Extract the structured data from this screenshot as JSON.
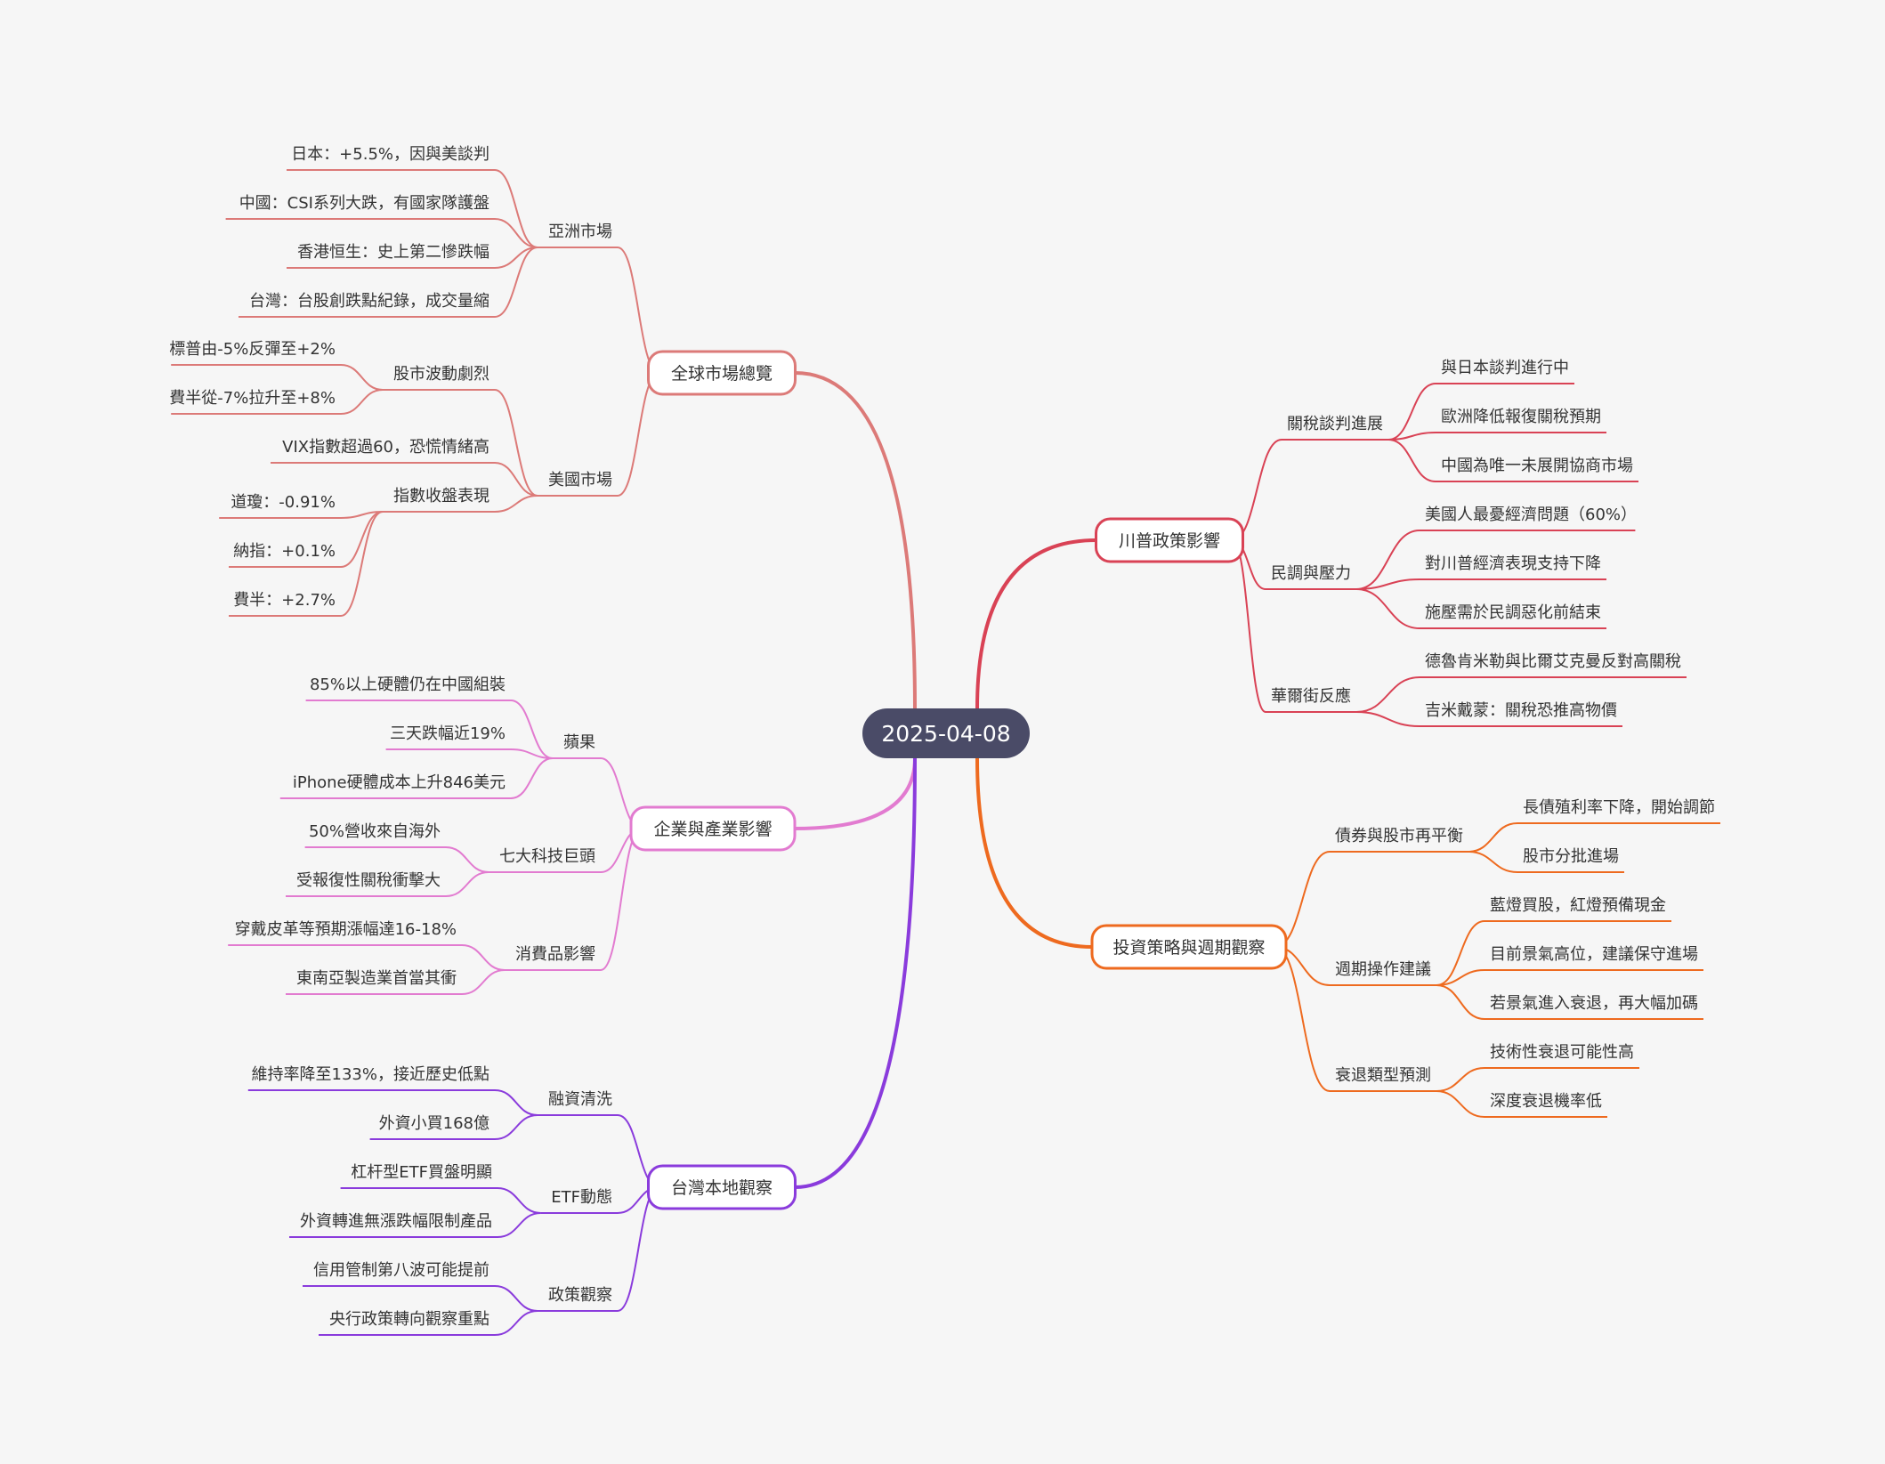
{
  "root": {
    "label": "2025-04-08",
    "color": "#4a4b67"
  },
  "branches": [
    {
      "label": "全球市場總覽",
      "color": "#dc7a78",
      "children": [
        {
          "label": "亞洲市場",
          "children": [
            {
              "label": "日本：+5.5%，因與美談判"
            },
            {
              "label": "中國：CSI系列大跌，有國家隊護盤"
            },
            {
              "label": "香港恒生：史上第二慘跌幅"
            },
            {
              "label": "台灣：台股創跌點紀錄，成交量縮"
            }
          ]
        },
        {
          "label": "美國市場",
          "children": [
            {
              "label": "股市波動劇烈",
              "children": [
                {
                  "label": "標普由-5%反彈至+2%"
                },
                {
                  "label": "費半從-7%拉升至+8%"
                }
              ]
            },
            {
              "label": "VIX指數超過60，恐慌情緒高"
            },
            {
              "label": "指數收盤表現",
              "children": [
                {
                  "label": "道瓊：-0.91%"
                },
                {
                  "label": "納指：+0.1%"
                },
                {
                  "label": "費半：+2.7%"
                }
              ]
            }
          ]
        }
      ]
    },
    {
      "label": "企業與產業影響",
      "color": "#e27bd0",
      "children": [
        {
          "label": "蘋果",
          "children": [
            {
              "label": "85%以上硬體仍在中國組裝"
            },
            {
              "label": "三天跌幅近19%"
            },
            {
              "label": "iPhone硬體成本上升846美元"
            }
          ]
        },
        {
          "label": "七大科技巨頭",
          "children": [
            {
              "label": "50%營收來自海外"
            },
            {
              "label": "受報復性關稅衝擊大"
            }
          ]
        },
        {
          "label": "消費品影響",
          "children": [
            {
              "label": "穿戴皮革等預期漲幅達16-18%"
            },
            {
              "label": "東南亞製造業首當其衝"
            }
          ]
        }
      ]
    },
    {
      "label": "台灣本地觀察",
      "color": "#8a3bdc",
      "children": [
        {
          "label": "融資清洗",
          "children": [
            {
              "label": "維持率降至133%，接近歷史低點"
            },
            {
              "label": "外資小買168億"
            }
          ]
        },
        {
          "label": "ETF動態",
          "children": [
            {
              "label": "杠杆型ETF買盤明顯"
            },
            {
              "label": "外資轉進無漲跌幅限制產品"
            }
          ]
        },
        {
          "label": "政策觀察",
          "children": [
            {
              "label": "信用管制第八波可能提前"
            },
            {
              "label": "央行政策轉向觀察重點"
            }
          ]
        }
      ]
    },
    {
      "label": "川普政策影響",
      "color": "#d94255",
      "children": [
        {
          "label": "關稅談判進展",
          "children": [
            {
              "label": "與日本談判進行中"
            },
            {
              "label": "歐洲降低報復關稅預期"
            },
            {
              "label": "中國為唯一未展開協商市場"
            }
          ]
        },
        {
          "label": "民調與壓力",
          "children": [
            {
              "label": "美國人最憂經濟問題（60%）"
            },
            {
              "label": "對川普經濟表現支持下降"
            },
            {
              "label": "施壓需於民調惡化前結束"
            }
          ]
        },
        {
          "label": "華爾街反應",
          "children": [
            {
              "label": "德魯肯米勒與比爾艾克曼反對高關稅"
            },
            {
              "label": "吉米戴蒙：關稅恐推高物價"
            }
          ]
        }
      ]
    },
    {
      "label": "投資策略與週期觀察",
      "color": "#ee6a1f",
      "children": [
        {
          "label": "債券與股市再平衡",
          "children": [
            {
              "label": "長債殖利率下降，開始調節"
            },
            {
              "label": "股市分批進場"
            }
          ]
        },
        {
          "label": "週期操作建議",
          "children": [
            {
              "label": "藍燈買股，紅燈預備現金"
            },
            {
              "label": "目前景氣高位，建議保守進場"
            },
            {
              "label": "若景氣進入衰退，再大幅加碼"
            }
          ]
        },
        {
          "label": "衰退類型預測",
          "children": [
            {
              "label": "技術性衰退可能性高"
            },
            {
              "label": "深度衰退機率低"
            }
          ]
        }
      ]
    }
  ]
}
